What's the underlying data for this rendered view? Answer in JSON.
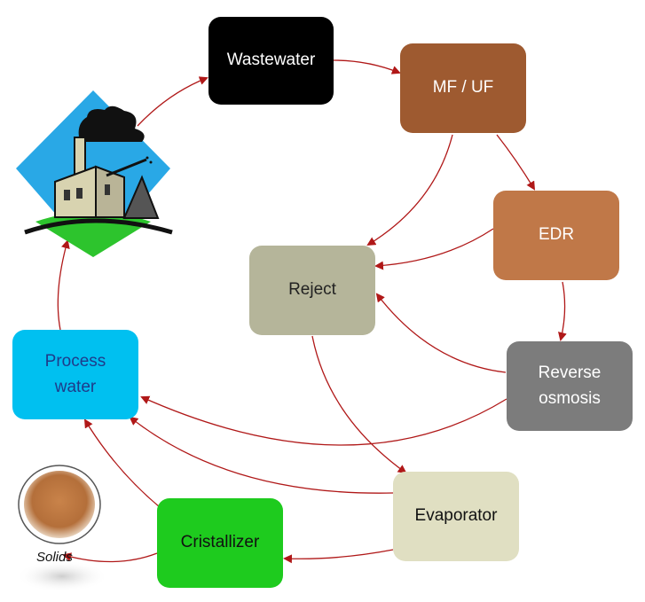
{
  "nodes": {
    "wastewater": "Wastewater",
    "mfuf": "MF / UF",
    "edr": "EDR",
    "reject": "Reject",
    "reverse_osmosis": [
      "Reverse",
      "osmosis"
    ],
    "process_water": [
      "Process",
      "water"
    ],
    "evaporator": "Evaporator",
    "cristallizer": "Cristallizer",
    "solids": "Solids"
  },
  "colors": {
    "arrow": "#b01818",
    "wastewater": "#000000",
    "mfuf": "#9e5a30",
    "edr": "#c07848",
    "reject": "#b5b59a",
    "reverse_osmosis": "#7c7c7c",
    "process_water": "#00c0f0",
    "evaporator": "#e0dfc2",
    "cristallizer": "#1ecb1e"
  },
  "icons": {
    "factory": "factory-icon",
    "solids": "solids-pile-icon"
  }
}
